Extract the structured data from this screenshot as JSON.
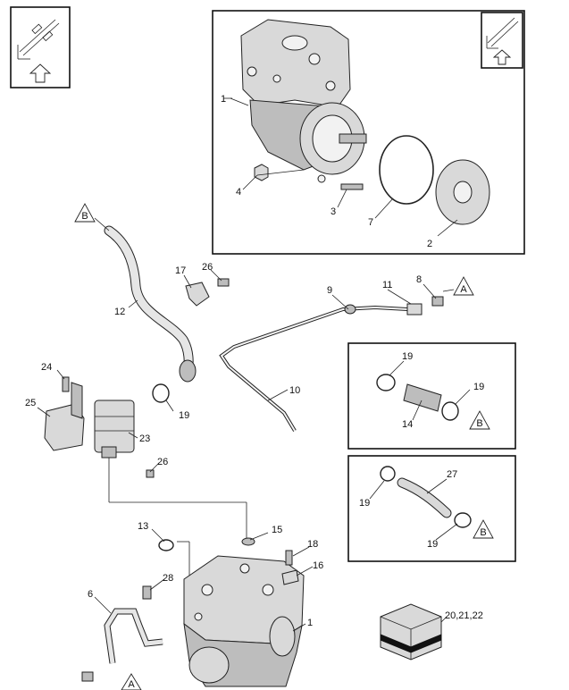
{
  "callouts": {
    "c1_top": "1",
    "c2": "2",
    "c3": "3",
    "c4": "4",
    "c7": "7",
    "c8": "8",
    "c9": "9",
    "c10": "10",
    "c11": "11",
    "c12": "12",
    "c13": "13",
    "c14": "14",
    "c15": "15",
    "c16": "16",
    "c17": "17",
    "c18": "18",
    "c19_a": "19",
    "c19_b": "19",
    "c19_c": "19",
    "c19_d": "19",
    "c19_e": "19",
    "c23": "23",
    "c24": "24",
    "c25": "25",
    "c26_a": "26",
    "c26_b": "26",
    "c27": "27",
    "c28": "28",
    "c6": "6",
    "c1_bottom": "1",
    "c_kit": "20,21,22"
  },
  "refs": {
    "ref_b_top": "B",
    "ref_a_right": "A",
    "ref_b_box1": "B",
    "ref_b_box2": "B",
    "ref_a_bottom": "A"
  },
  "icons": {
    "orientation_left": "orientation-arrow-icon",
    "orientation_right": "orientation-arrow-icon",
    "kit_box": "parts-box-icon"
  }
}
